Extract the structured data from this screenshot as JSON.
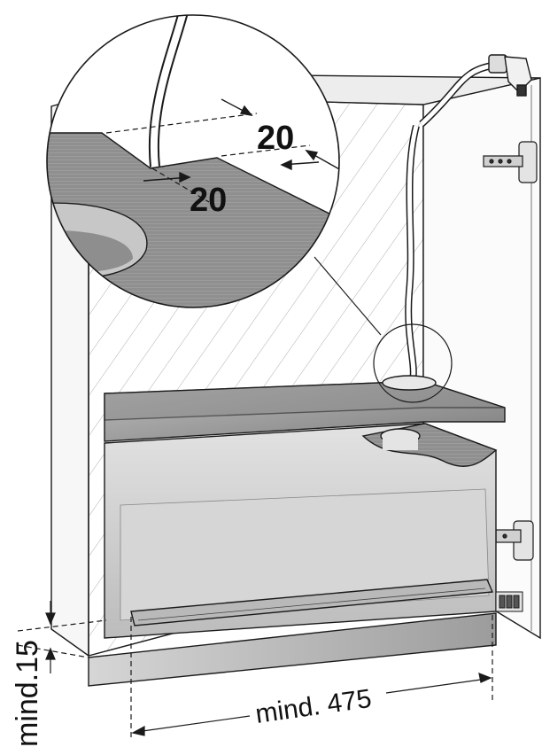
{
  "labels": {
    "dim_cable_gap_top": "20",
    "dim_cable_gap_side": "20",
    "dim_min_height": "mind.15",
    "dim_min_width": "mind. 475"
  },
  "colors": {
    "stroke": "#1a1a1a",
    "panel_light": "#f4f4f4",
    "shelf_top": "#9a9a9a",
    "drawer_front": "#cfcfcf",
    "plinth": "#bdbdbd"
  }
}
